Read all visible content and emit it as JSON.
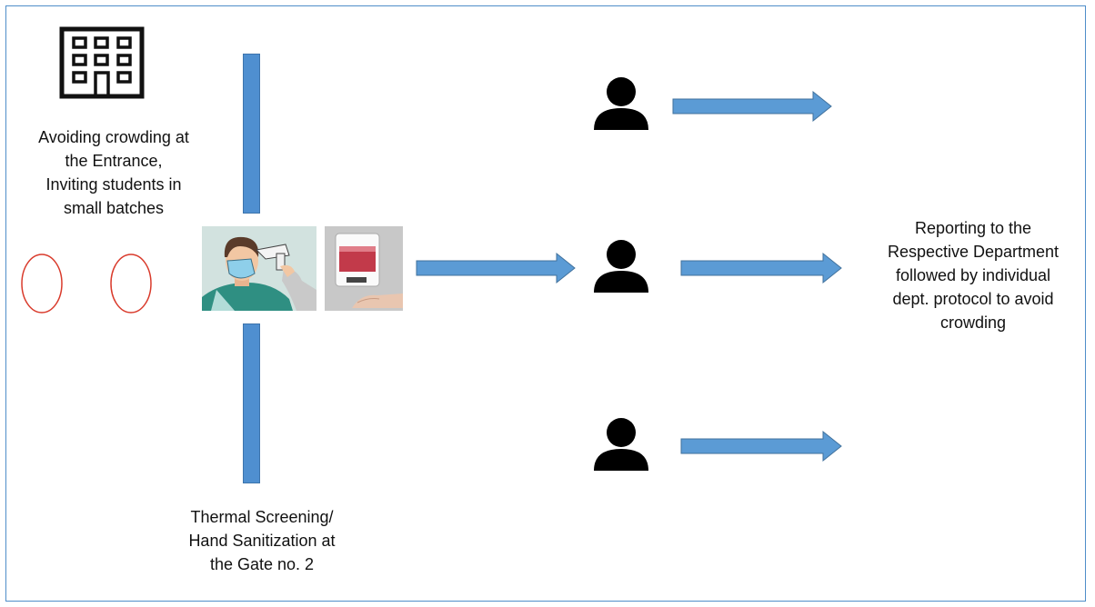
{
  "entrance_text": "Avoiding crowding at\nthe Entrance,\nInviting students in\nsmall batches",
  "screening_text": "Thermal Screening/\nHand Sanitization at\nthe Gate no. 2",
  "reporting_text": "Reporting to the\nRespective Department\nfollowed by individual\ndept. protocol to avoid\ncrowding",
  "icons": {
    "building": "building-icon",
    "person": "person-icon",
    "thermal": "thermal-screening-image",
    "sanitizer": "hand-sanitizer-image"
  },
  "colors": {
    "arrow": "#5b9bd5",
    "arrow_stroke": "#41719c",
    "barrier": "#4f8fd0",
    "oval": "#d93a2b",
    "frame": "#4f8ec9"
  }
}
